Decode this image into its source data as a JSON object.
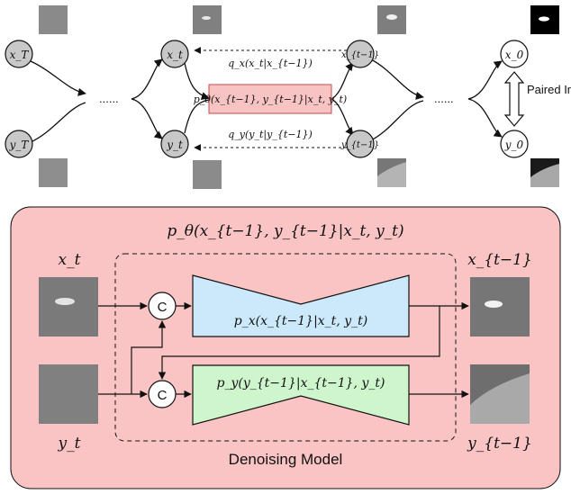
{
  "top": {
    "nodes": {
      "x_T": "x_T",
      "y_T": "y_T",
      "x_t": "x_t",
      "y_t": "y_t",
      "x_t1": "x_{t−1}",
      "y_t1": "y_{t−1}",
      "x_0": "x_0",
      "y_0": "y_0"
    },
    "ellipsis_left": "......",
    "ellipsis_right": "......",
    "q_x": "q_x(x_t|x_{t−1})",
    "q_y": "q_y(y_t|y_{t−1})",
    "p_theta": "p_θ(x_{t−1}, y_{t−1}|x_t, y_t)",
    "paired_label": "Paired Image"
  },
  "bottom": {
    "title": "p_θ(x_{t−1}, y_{t−1}|x_t, y_t)",
    "input_x": "x_t",
    "input_y": "y_t",
    "output_x": "x_{t−1}",
    "output_y": "y_{t−1}",
    "concat_top": "C",
    "concat_bottom": "C",
    "net_x": "p_x(x_{t−1}|x_t, y_t)",
    "net_y": "p_y(y_{t−1}|x_{t−1}, y_t)",
    "model_label": "Denoising Model"
  },
  "colors": {
    "node_fill": "#c8c8c8",
    "pink": "#f8c3c3",
    "pink_border": "#c84a4a",
    "net_x_fill": "#cce8fb",
    "net_y_fill": "#cff5cc",
    "panel_fill": "#fbc4c4"
  }
}
